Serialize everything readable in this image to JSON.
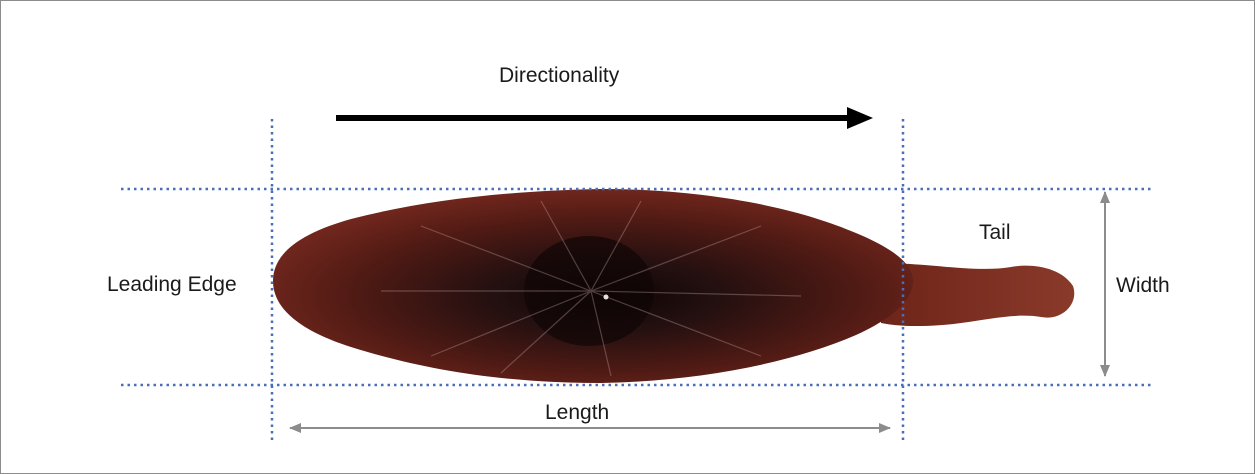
{
  "labels": {
    "directionality": "Directionality",
    "leading_edge": "Leading Edge",
    "tail": "Tail",
    "width": "Width",
    "length": "Length"
  },
  "colors": {
    "guide_lines": "#4a6fb5",
    "dimension_arrows": "#8c8c8c",
    "direction_arrow": "#000000",
    "specimen_body": "#6a1e18",
    "specimen_core": "#160707"
  },
  "icons": [
    "direction-arrow-icon",
    "length-arrow-icon",
    "width-arrow-icon"
  ]
}
